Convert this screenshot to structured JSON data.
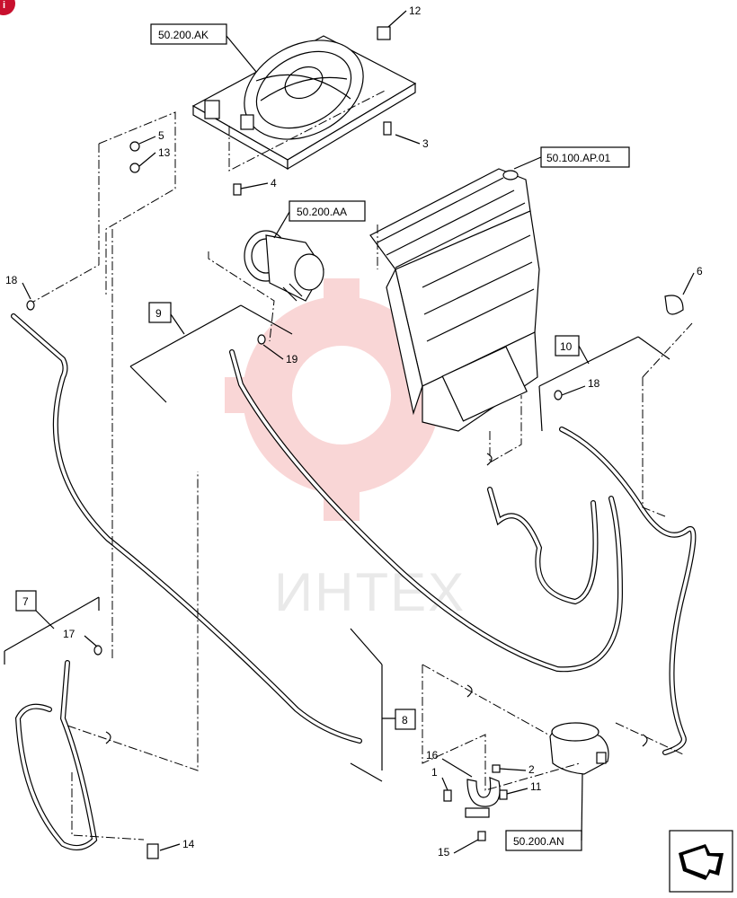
{
  "refs": {
    "ak": "50.200.AK",
    "ap": "50.100.AP.01",
    "aa": "50.200.AA",
    "an": "50.200.AN"
  },
  "boxes": {
    "b7": "7",
    "b8": "8",
    "b9": "9",
    "b10": "10"
  },
  "callouts": {
    "c1": "1",
    "c2": "2",
    "c3": "3",
    "c4": "4",
    "c5": "5",
    "c6": "6",
    "c11": "11",
    "c12": "12",
    "c13": "13",
    "c14": "14",
    "c15": "15",
    "c16": "16",
    "c17": "17",
    "c18a": "18",
    "c18b": "18",
    "c19": "19"
  },
  "watermark": {
    "text": "ИНТЕХ",
    "color": "#f5b5b5"
  },
  "colors": {
    "badge": "#c8102e",
    "ink": "#000000"
  },
  "icons": {
    "corner": "red-badge-icon",
    "next": "next-page-arrow-icon"
  }
}
